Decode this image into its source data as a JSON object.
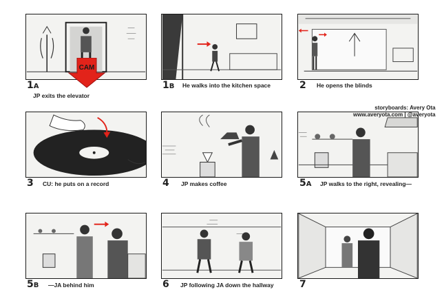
{
  "panels": [
    {
      "num": "1",
      "sub": "A",
      "caption": "JP exits the elevator",
      "cam_label": "CAM"
    },
    {
      "num": "1",
      "sub": "B",
      "caption": "He walks into the kitchen space"
    },
    {
      "num": "2",
      "sub": "",
      "caption": "He opens the blinds"
    },
    {
      "num": "3",
      "sub": "",
      "caption": "CU: he puts on a record"
    },
    {
      "num": "4",
      "sub": "",
      "caption": "JP makes coffee"
    },
    {
      "num": "5",
      "sub": "A",
      "caption": "JP walks to the right, revealing—"
    },
    {
      "num": "5",
      "sub": "B",
      "caption": "—JA behind him"
    },
    {
      "num": "6",
      "sub": "",
      "caption": "JP following JA down the hallway"
    },
    {
      "num": "7",
      "sub": "",
      "caption": ""
    }
  ],
  "credit": {
    "line1": "storyboards: Avery Ota",
    "line2": "www.averyota.com | @averyota"
  },
  "colors": {
    "accent": "#e2231a",
    "ink": "#1a1a1a"
  }
}
